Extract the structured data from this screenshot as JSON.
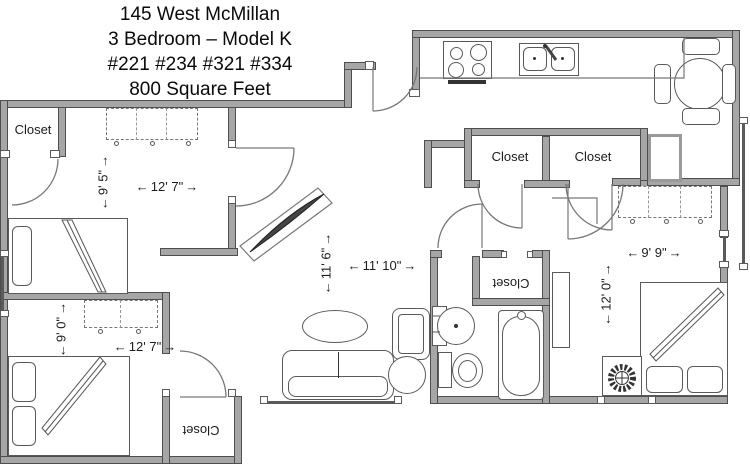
{
  "title": {
    "line1": "145 West McMillan",
    "line2": "3 Bedroom – Model K",
    "line3": "#221 #234 #321 #334",
    "line4": "800 Square Feet"
  },
  "labels": {
    "closet_bedroom1": "Closet",
    "closet_hall_left": "Closet",
    "closet_hall_right": "Closet",
    "closet_bathroom_hall": "Closet",
    "closet_bedroom2": "Closet"
  },
  "dimensions": {
    "bedroom1_width": "12' 7\"",
    "bedroom1_depth": "9' 5\"",
    "bedroom2_width": "12' 7\"",
    "bedroom2_depth": "9' 0\"",
    "living_width": "11' 10\"",
    "living_depth": "11' 6\"",
    "bedroom3_width": "9' 9\"",
    "bedroom3_depth": "12' 0\""
  },
  "icons": {
    "arrow_left": "←",
    "arrow_right": "→"
  },
  "colors": {
    "wall": "#a6a6a6",
    "wall_edge": "#4e4e4e",
    "line": "#5a5a5a",
    "background": "#ffffff"
  }
}
